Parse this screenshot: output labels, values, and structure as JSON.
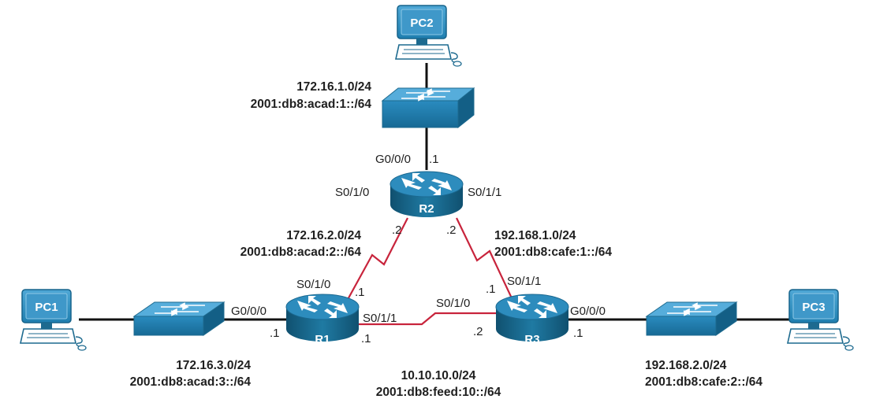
{
  "devices": {
    "pc1": "PC1",
    "pc2": "PC2",
    "pc3": "PC3",
    "r1": "R1",
    "r2": "R2",
    "r3": "R3"
  },
  "networks": {
    "lan_r2": {
      "ipv4": "172.16.1.0/24",
      "ipv6": "2001:db8:acad:1::/64"
    },
    "r1_r2": {
      "ipv4": "172.16.2.0/24",
      "ipv6": "2001:db8:acad:2::/64"
    },
    "r2_r3": {
      "ipv4": "192.168.1.0/24",
      "ipv6": "2001:db8:cafe:1::/64"
    },
    "lan_r1": {
      "ipv4": "172.16.3.0/24",
      "ipv6": "2001:db8:acad:3::/64"
    },
    "r1_r3": {
      "ipv4": "10.10.10.0/24",
      "ipv6": "2001:db8:feed:10::/64"
    },
    "lan_r3": {
      "ipv4": "192.168.2.0/24",
      "ipv6": "2001:db8:cafe:2::/64"
    }
  },
  "interfaces": {
    "r2_g000": "G0/0/0",
    "r2_g000_host": ".1",
    "r2_s010": "S0/1/0",
    "r2_s011": "S0/1/1",
    "r2_s010_host": ".2",
    "r2_s011_host": ".2",
    "r1_s010": "S0/1/0",
    "r1_s010_host": ".1",
    "r1_g000": "G0/0/0",
    "r1_g000_host": ".1",
    "r1_s011": "S0/1/1",
    "r1_s011_host": ".1",
    "r3_s011": "S0/1/1",
    "r3_s011_host": ".1",
    "r3_s010": "S0/1/0",
    "r3_s010_host": ".2",
    "r3_g000": "G0/0/0",
    "r3_g000_host": ".1"
  },
  "colors": {
    "router": "#1d6a8f",
    "device": "#2a8bbf",
    "ethernet_link": "#111111",
    "serial_link": "#c8243c"
  }
}
